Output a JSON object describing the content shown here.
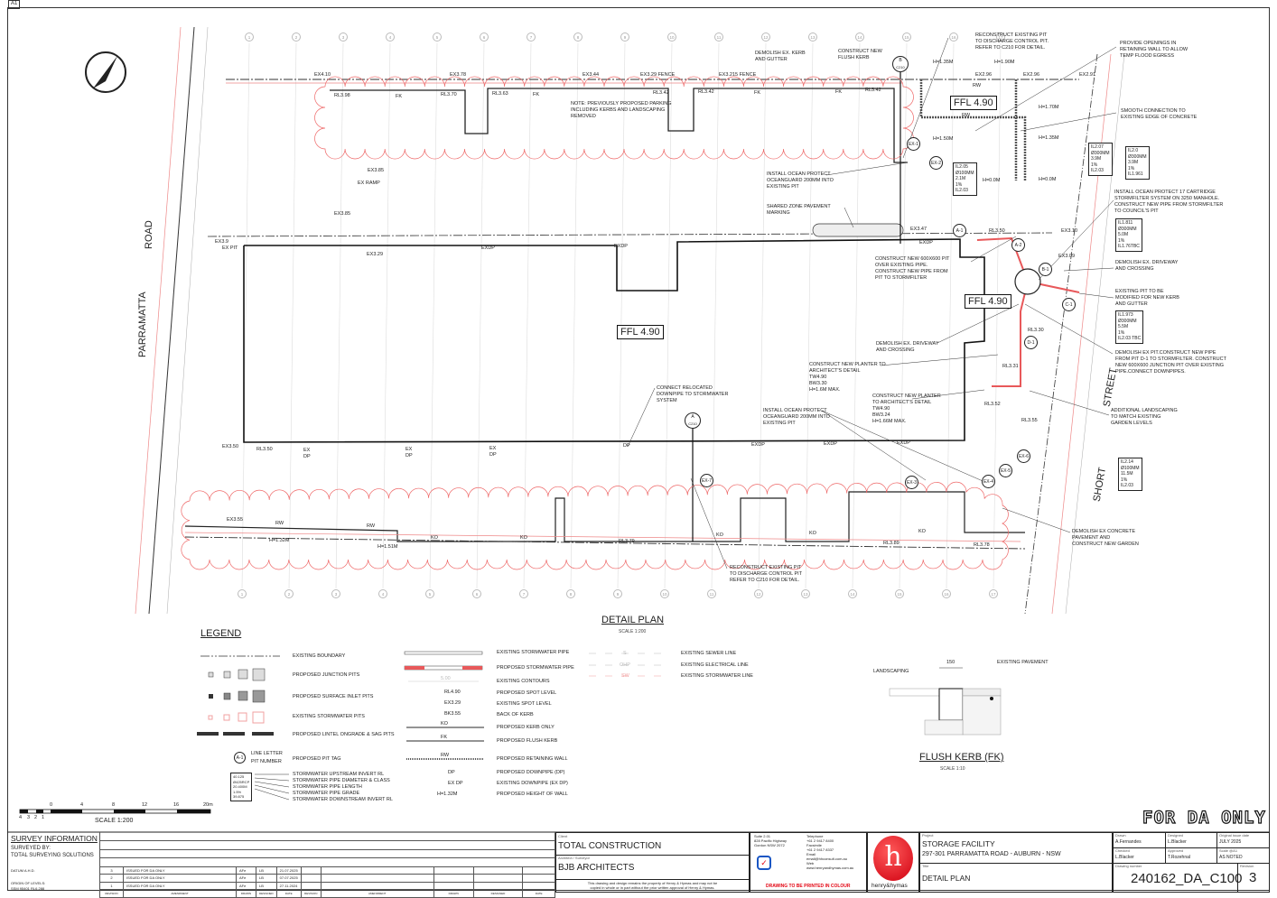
{
  "sheet_id": "A1",
  "plan": {
    "title": "DETAIL PLAN",
    "scale": "SCALE 1:200",
    "roads": {
      "west_1": "PARRAMATTA",
      "west_2": "ROAD",
      "east_1": "SHORT",
      "east_2": "STREET"
    },
    "ffl": [
      "FFL 4.90",
      "FFL 4.90",
      "FFL 4.90"
    ],
    "section_markers": [
      {
        "letter": "B",
        "ref": "C210"
      },
      {
        "letter": "A",
        "ref": "C210"
      }
    ],
    "grid_labels": [
      "1",
      "2",
      "3",
      "4",
      "5",
      "6",
      "7",
      "8",
      "9",
      "10",
      "11",
      "12",
      "13",
      "14",
      "15",
      "16",
      "17"
    ],
    "notes": {
      "previous_parking": "NOTE: PREVIOUSLY PROPOSED PARKING\nINCLUDING KERBS AND LANDSCAPING\nREMOVED",
      "demolish_kerb": "DEMOLISH EX. KERB\nAND GUTTER",
      "flush_kerb": "CONSTRUCT NEW\nFLUSH KERB",
      "reconstruct_top": "RECONSTRUCT EXISTING PIT\nTO DISCHARGE CONTROL PIT.\nREFER TO C210 FOR DETAIL.",
      "openings": "PROVIDE OPENINGS IN\nRETAINING WALL TO ALLOW\nTEMP FLOOD EGRESS",
      "smooth": "SMOOTH CONNECTION TO\nEXISTING EDGE OF CONCRETE",
      "oceanguard_top": "INSTALL OCEAN PROTECT\nOCEANGUARD 200mm INTO\nEXISTING PIT",
      "shared_zone": "SHARED ZONE PAVEMENT\nMARKING",
      "stormfilter": "INSTALL OCEAN PROTECT 17 CARTRIDGE\nSTORMFILTER SYSTEM ON 3250 MANHOLE.\nCONSTRUCT NEW PIPE FROM STORMFILTER\nTO COUNCIL'S PIT",
      "new_pit": "CONSTRUCT NEW 600x600 PIT\nOVER EXISTING PIPE.\nCONSTRUCT NEW PIPE FROM\nPIT TO STORMFILTER",
      "demolish_driveway_r": "DEMOLISH EX. DRIVEWAY\nAND CROSSING",
      "existing_pit_modified": "EXISTING PIT TO BE\nMODIFIED FOR NEW KERB\nAND GUTTER",
      "demolish_driveway_c": "DEMOLISH EX. DRIVEWAY\nAND CROSSING",
      "demolish_pit": "DEMOLISH EX PIT.CONSTRUCT NEW PIPE\nFROM PIT D-1 TO STORMFILTER. CONSTRUCT\nNEW 600x600 JUNCTION  PIT OVER EXISTING\nPIPE.CONNECT DOWNPIPES.",
      "planter_1": "CONSTRUCT NEW PLANTER TO\nARCHITECT'S DETAIL\nTW4.90\nBW3.30\nH=1.6m MAX.",
      "planter_2": "CONSTRUCT NEW PLANTER\nTO ARCHITECT'S DETAIL\nTW4.90\nBW3.24\nH=1.66m MAX.",
      "downpipe": "CONNECT RELOCATED\nDOWNPIPE TO STORMWATER\nSYSTEM",
      "oceanguard_bottom": "INSTALL OCEAN PROTECT\nOCEANGUARD 200mm INTO\nEXISTING PIT",
      "landscaping": "ADDITIONAL LANDSCAPING\nTO MATCH EXISTING\nGARDEN LEVELS",
      "demolish_concrete": "DEMOLISH EX CONCRETE\nPAVEMENT AND\nCONSTRUCT NEW GARDEN",
      "reconstruct_bottom": "RECONSTRUCT EXISTING PIT\nTO DISCHARGE CONTROL PIT\nREFER TO C210 FOR DETAIL."
    },
    "pipe_tags": [
      "IL2.05\nØ100mm\n2.1m\n1%\nIL2.03",
      "IL2.07\nØ300mm\n3.9m\n1%\nIL2.03",
      "IL2.0\nØ300mm\n3.9m\n1%\nIL1.961",
      "IL1.811\nØ300mm\n5.0m\n1%\nIL1.76TBC",
      "IL1.973\nØ300mm\n5.5m\n1%\nIL2.03 TBC",
      "IL2.14\nØ100mm\n11.5m\n1%\nIL2.03"
    ],
    "pit_tags": [
      "EX-1",
      "EX-2",
      "A-1",
      "A-2",
      "B-1",
      "C-1",
      "D-1",
      "EX-3",
      "EX-4",
      "EX-5",
      "EX-6",
      "EX-7"
    ],
    "levels": {
      "ex410": "EX4.10",
      "ex378": "EX3.78",
      "ex344": "EX3.44",
      "ex329f": "EX3.29 FENCE",
      "ex3215f": "EX3.215 FENCE",
      "ex296a": "EX2.96",
      "ex296b": "EX2.96",
      "ex291": "EX2.91",
      "rl398": "RL3.98",
      "rl370": "RL3.70",
      "rl363": "RL3.63",
      "rl342a": "RL3.42",
      "rl342b": "RL3.42",
      "rl342c": "RL3.42",
      "ex385a": "EX3.85",
      "exramp": "EX RAMP",
      "ex385b": "EX3.85",
      "ex39": "EX3.9",
      "expit": "EX PIT",
      "ex329": "EX3.29",
      "ex347": "EX3.47",
      "rl350": "RL3.50",
      "ex309": "EX3.09",
      "ex310": "EX3.10",
      "rl330": "RL3.30",
      "rl331": "RL3.31",
      "rl352": "RL3.52",
      "rl355": "RL3.55",
      "ex350": "EX3.50",
      "rl350b": "RL3.50",
      "ex355": "EX3.55",
      "rl389": "RL3.89",
      "rl378": "RL3.78",
      "rl379": "RL3.79",
      "h135a": "H=1.35m",
      "h190": "H=1.90m",
      "h170": "H=1.70m",
      "h150": "H=1.50m",
      "h135b": "H=1.35m",
      "h00a": "H=0.0m",
      "h00b": "H=0.0m",
      "h132": "H=1.32m",
      "h151": "H=1.51m",
      "exdp": "EXDP",
      "dp": "DP",
      "ex_dp": "EX\nDP",
      "fk": "FK",
      "rw": "RW",
      "ko": "KO"
    }
  },
  "legend": {
    "title": "LEGEND",
    "col1": [
      "EXISTING BOUNDARY",
      "PROPOSED JUNCTION PITS",
      "PROPOSED SURFACE INLET PITS",
      "EXISTING STORMWATER PITS",
      "PROPOSED LINTEL ONGRADE & SAG PITS",
      "PROPOSED PIT TAG"
    ],
    "pit_tag_sample": "A-1",
    "pit_tag_parts": [
      "LINE LETTER",
      "PIT NUMBER"
    ],
    "pipe_tag_sample": "40.125\nØ425RCP\n20.400m\n1.5%\n39.875",
    "pipe_tag_parts": [
      "STORMWATER UPSTREAM INVERT RL",
      "STORMWATER PIPE DIAMETER & CLASS",
      "STORMWATER PIPE LENGTH",
      "STORMWATER PIPE GRADE",
      "STORMWATER DOWNSTREAM INVERT RL"
    ],
    "col2": [
      "EXISTING STORMWATER PIPE",
      "PROPOSED STORMWATER PIPE",
      "EXISTING CONTOURS",
      "PROPOSED SPOT LEVEL",
      "EXISTING SPOT LEVEL",
      "BACK OF KERB",
      "PROPOSED KERB ONLY",
      "PROPOSED FLUSH KERB",
      "PROPOSED RETAINING WALL",
      "PROPOSED DOWNPIPE (DP)",
      "EXISTING DOWNPIPE (EX DP)",
      "PROPOSED HEIGHT OF WALL"
    ],
    "col2_samples": [
      "5.00",
      "RL4.90",
      "EX3.29",
      "BK3.55",
      "KO",
      "FK",
      "RW",
      "DP",
      "EX DP",
      "H=1.32m"
    ],
    "col3": [
      "EXISTING SEWER LINE",
      "EXISTING ELECTRICAL LINE",
      "EXISTING STORMWATER LINE"
    ],
    "col3_samples": [
      "S",
      "OHP",
      "SW"
    ],
    "colors": {
      "proposed_pipe": "#e8585a",
      "existing_pit": "#f2a0a0"
    }
  },
  "flush_kerb": {
    "title": "FLUSH KERB (FK)",
    "scale": "SCALE 1:10",
    "dim": "150",
    "landscaping": "LANDSCAPING",
    "pavement": "EXISTING PAVEMENT"
  },
  "scale_bar": {
    "ticks": [
      "0",
      "4",
      "8",
      "12",
      "16",
      "20m"
    ],
    "sub_ticks": [
      "4",
      "3",
      "2",
      "1"
    ],
    "label": "SCALE 1:200"
  },
  "stamp": "FOR DA ONLY",
  "title_block": {
    "survey": {
      "title": "SURVEY INFORMATION",
      "surveyed_by": "SURVEYED BY:",
      "surveyor": "TOTAL SURVEYING SOLUTIONS",
      "datum": "DATUM A.H.D.",
      "origin_label": "ORIGIN OF LEVELS:",
      "origin": "SSM 95401 RL6.288"
    },
    "revision_headers": [
      "REVISION",
      "AMENDMENT",
      "DRAWN",
      "DESIGNED",
      "DATE",
      "REVISION",
      "AMENDMENT",
      "DRAWN",
      "DESIGNED",
      "DATE"
    ],
    "revisions": [
      {
        "rev": "3",
        "amendment": "ISSUED FOR DA ONLY",
        "drawn": "AFe",
        "designed": "LB",
        "date": "21.07.2025"
      },
      {
        "rev": "2",
        "amendment": "ISSUED FOR DA ONLY",
        "drawn": "AFe",
        "designed": "LB",
        "date": "07.07.2025"
      },
      {
        "rev": "1",
        "amendment": "ISSUED FOR DA ONLY",
        "drawn": "AFe",
        "designed": "LB",
        "date": "27.11.2024"
      }
    ],
    "client_label": "Client",
    "client": "TOTAL CONSTRUCTION",
    "architect_label": "Architect / Surveyor",
    "architect": "BJB ARCHITECTS",
    "disclaimer": "This drawing and design remains the property of Henry & Hymas and may not be\ncopied in whole or in part without the prior written approval of Henry & Hymas.",
    "office": "Suite 2.01\n828 Pacific Highway\nGordon NSW 2072",
    "contact": "Telephone\n+61 2 9417 8400\nFacsimile\n+61 2 9417 8337\nEmail\nemail@hhconsult.com.au\nWeb\nwww.henryandhymas.com.au",
    "print_note": "DRAWING TO BE PRINTED IN COLOUR",
    "logo_text": "henry&hymas",
    "project_label": "Project",
    "project": "STORAGE FACILITY",
    "address": "297-301 PARRAMATTA ROAD - AUBURN - NSW",
    "title_label": "Title",
    "title": "DETAIL PLAN",
    "drawn_label": "Drawn",
    "drawn": "A.Fernandes",
    "designed_label": "Designed",
    "designed": "L.Blacker",
    "issue_label": "Original issue date",
    "issue": "JULY 2025",
    "checked_label": "Checked",
    "checked": "L.Blacker",
    "approved_label": "Approved",
    "approved": "T.Rozehnal",
    "scale_label": "Scale @A1",
    "scale": "AS NOTED",
    "number_label": "Drawing number",
    "number": "240162_DA_C100",
    "revision_label": "Revision",
    "revision": "3",
    "brand_color": "#e30613"
  }
}
